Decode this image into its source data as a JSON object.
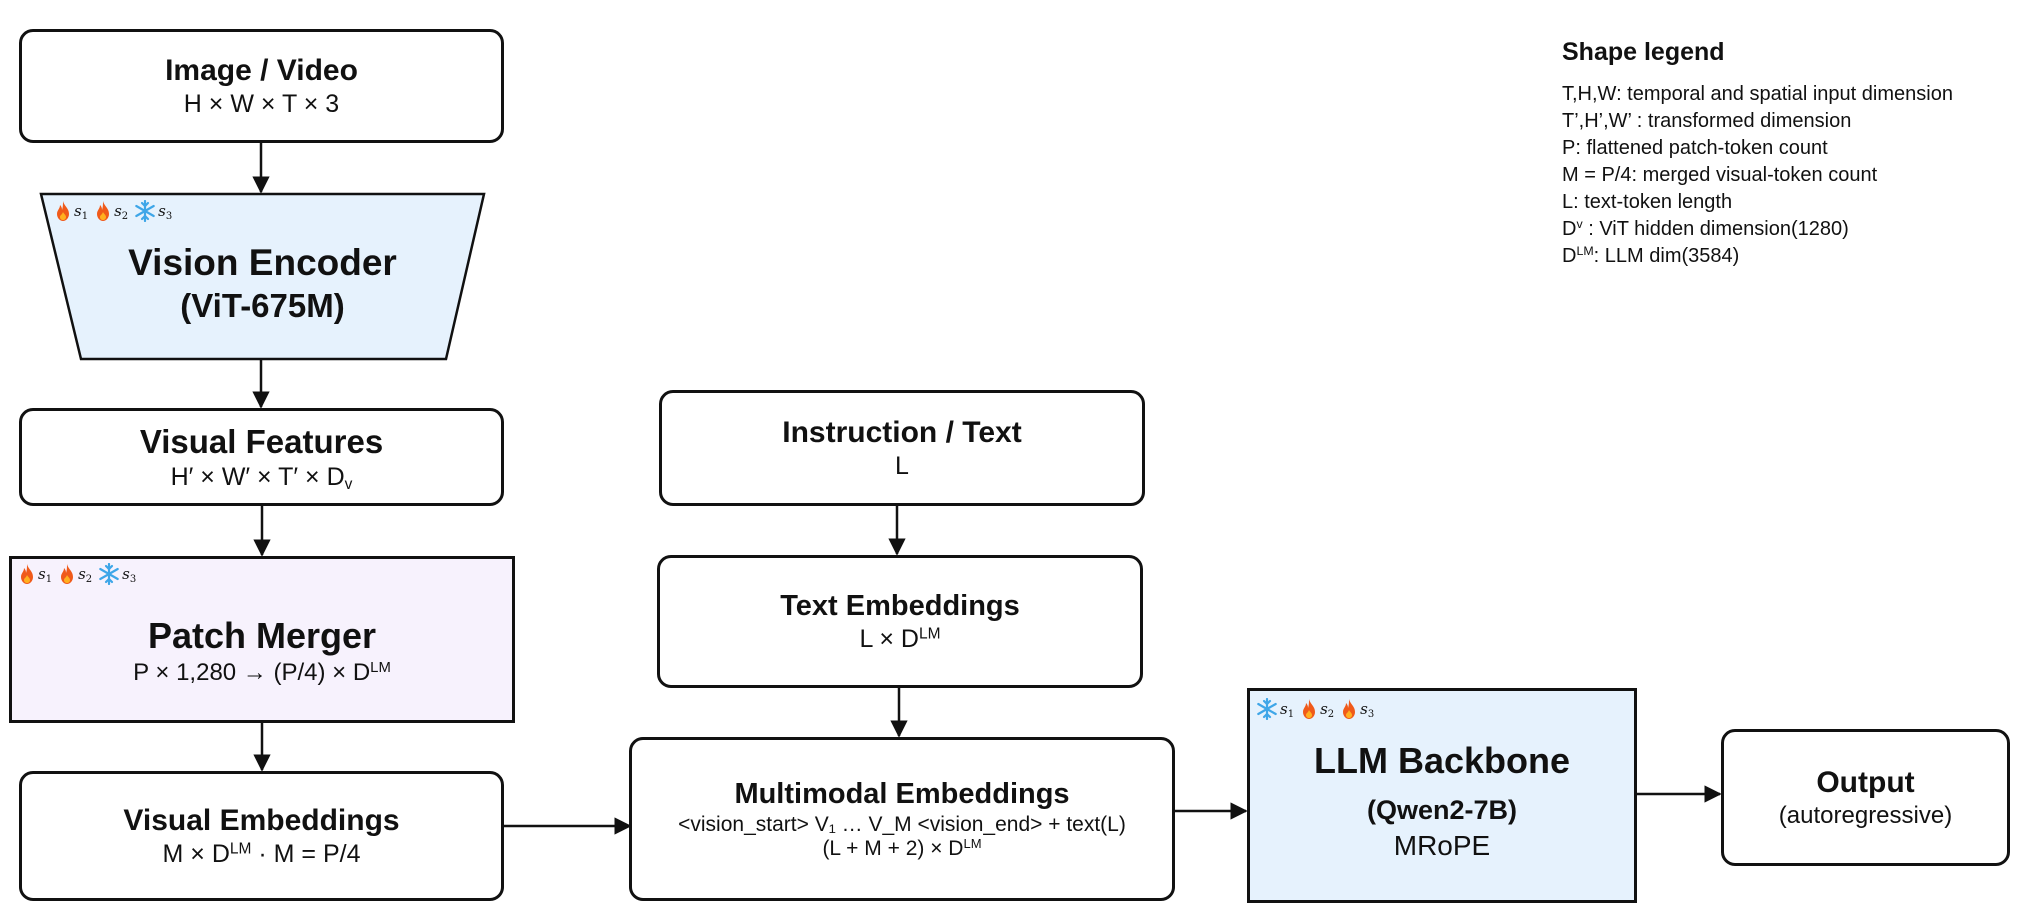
{
  "nodes": {
    "input": {
      "title": "Image / Video",
      "sub": "H × W × T × 3"
    },
    "encoder": {
      "title_line1": "Vision Encoder",
      "title_line2": "(ViT-675M)",
      "stages": [
        "s1",
        "s2",
        "s3"
      ],
      "stage_states": [
        "trainable",
        "trainable",
        "frozen"
      ]
    },
    "features": {
      "title": "Visual Features",
      "sub_main": "H′ × W′ × T′ × D",
      "sub_subscript": "v"
    },
    "merger": {
      "title": "Patch Merger",
      "sub_main": "P × 1,280 → (P/4) × D",
      "sub_sup": "LM",
      "stages": [
        "s1",
        "s2",
        "s3"
      ],
      "stage_states": [
        "trainable",
        "trainable",
        "frozen"
      ]
    },
    "visual_emb": {
      "title": "Visual Embeddings",
      "sub_a": "M × D",
      "sub_sup": "LM",
      "sub_b": " · M = P/4"
    },
    "instruction": {
      "title": "Instruction / Text",
      "sub": "L"
    },
    "text_emb": {
      "title": "Text Embeddings",
      "sub_a": "L × D",
      "sub_sup": "LM"
    },
    "multimodal": {
      "title": "Multimodal Embeddings",
      "line1": "<vision_start> V₁ … V_M <vision_end> + text(L)",
      "line2_a": "(L + M + 2) × D",
      "line2_sup": "LM"
    },
    "llm": {
      "title": "LLM Backbone",
      "subtitle": "(Qwen2-7B)",
      "extra": "MRoPE",
      "stages": [
        "s1",
        "s2",
        "s3"
      ],
      "stage_states": [
        "frozen",
        "trainable",
        "trainable"
      ]
    },
    "output": {
      "title": "Output",
      "sub": "(autoregressive)"
    }
  },
  "legend": {
    "title": "Shape legend",
    "items": [
      {
        "text": "T,H,W: temporal and spatial input dimension"
      },
      {
        "text": "T’,H’,W’ : transformed dimension"
      },
      {
        "text": "P: flattened patch-token count"
      },
      {
        "text": "M = P/4: merged visual-token count"
      },
      {
        "text": "L: text-token length"
      },
      {
        "pre": "D",
        "sup": "v",
        "post": " : ViT hidden dimension(1280)"
      },
      {
        "pre": "D",
        "sup": "LM",
        "post": ": LLM dim(3584)"
      }
    ]
  },
  "colors": {
    "encoder_fill": "#e6f2fd",
    "merger_fill": "#f7f2fd",
    "llm_fill": "#e6f2fd",
    "flame": "#f05a1a",
    "snowflake": "#3ea6e8"
  }
}
